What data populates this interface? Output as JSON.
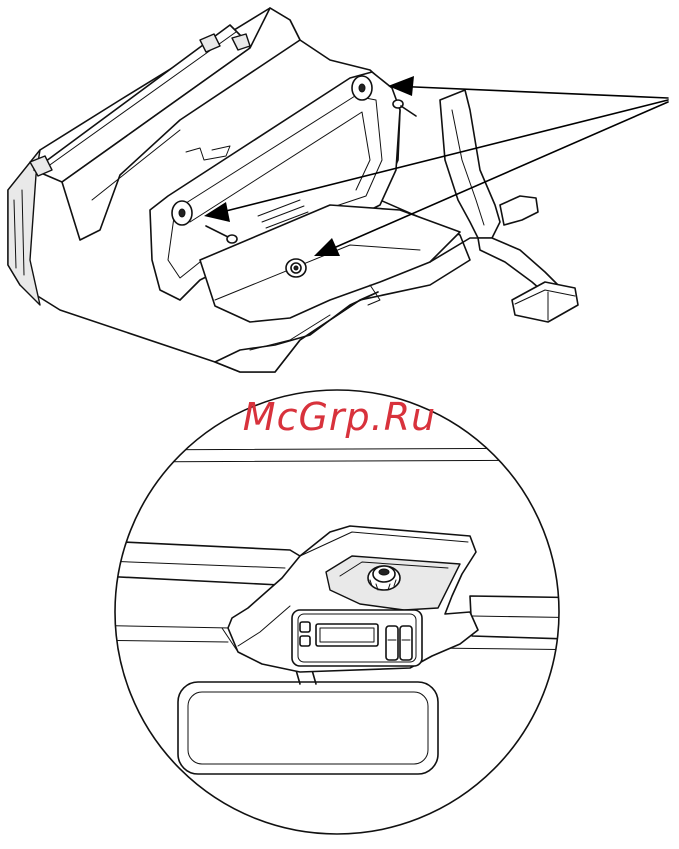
{
  "watermark": {
    "text": "McGrp.Ru",
    "color": "#d8323c"
  },
  "figure_top": {
    "callout_count": 3,
    "callout_color": "#000000"
  },
  "figure_bottom": {
    "detail_shape": "circle"
  }
}
